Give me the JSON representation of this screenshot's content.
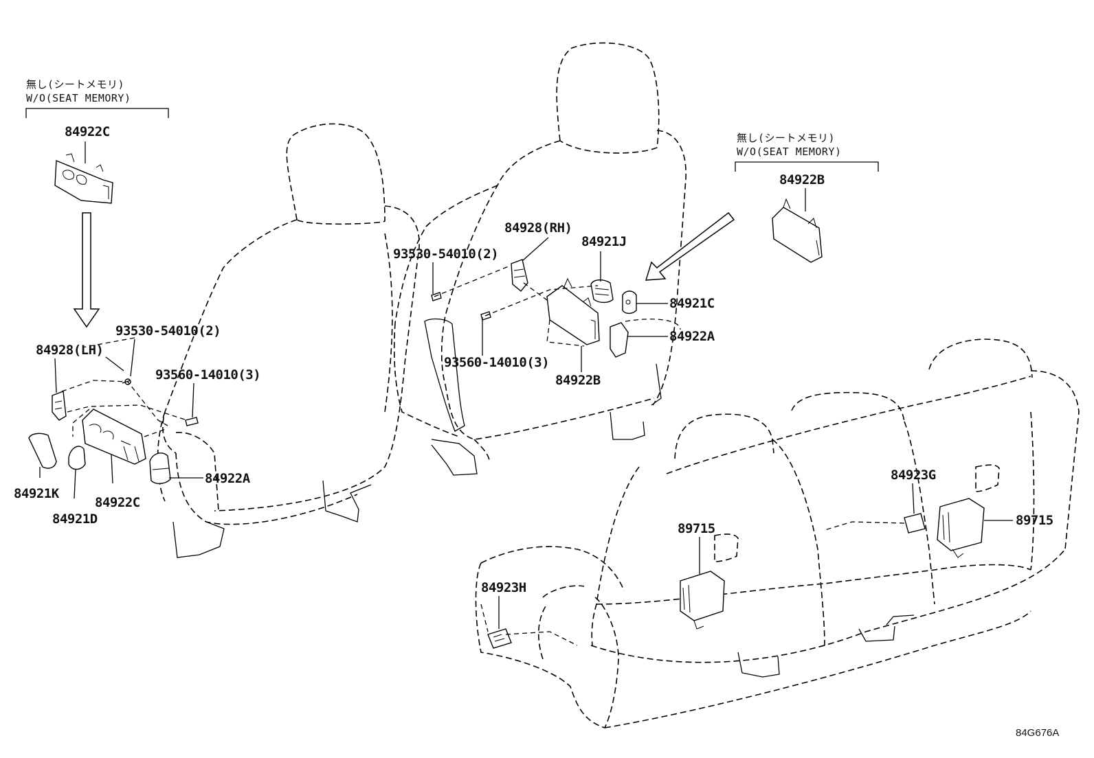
{
  "notes": {
    "left": {
      "jp": "無し(シートメモリ)",
      "en": "W/O(SEAT MEMORY)"
    },
    "right": {
      "jp": "無し(シートメモリ)",
      "en": "W/O(SEAT MEMORY)"
    }
  },
  "callouts": {
    "top_left_84922c": "84922C",
    "bolt_93530_lh": "93530-54010(2)",
    "bracket_lh": "84928(LH)",
    "bolt_93560_lh": "93560-14010(3)",
    "knob_lh_84922a": "84922A",
    "switch_84921k": "84921K",
    "switch_lh_84922c": "84922C",
    "knob_84921d": "84921D",
    "bracket_rh": "84928(RH)",
    "bolt_93530_rh": "93530-54010(2)",
    "switch_84921j": "84921J",
    "switch_84921c": "84921C",
    "knob_rh_84922a": "84922A",
    "switch_rh_84922b": "84922B",
    "bolt_93560_rh": "93560-14010(3)",
    "top_right_84922b": "84922B",
    "switch_84923g": "84923G",
    "ecu_right_89715": "89715",
    "ecu_left_89715": "89715",
    "switch_84923h": "84923H"
  },
  "figure_code": "84G676A"
}
